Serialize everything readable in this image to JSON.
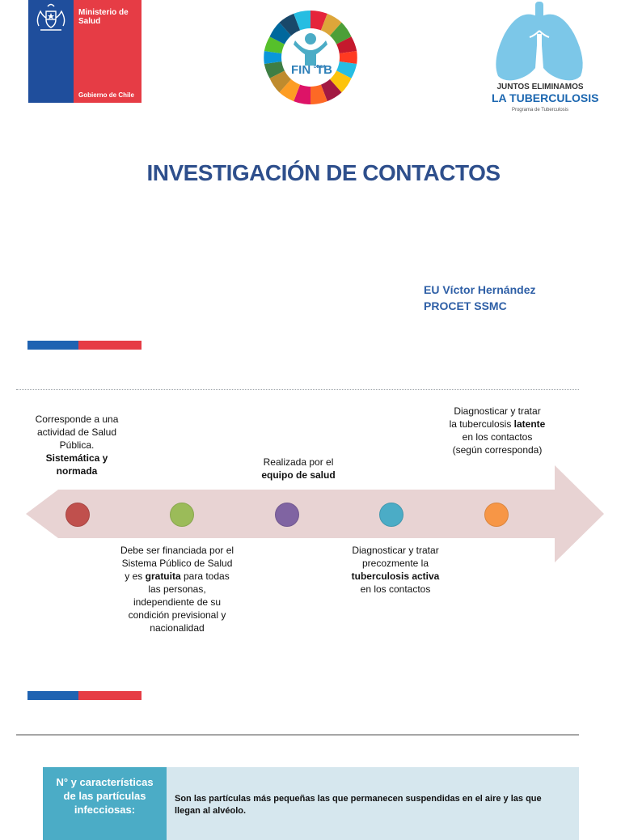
{
  "logos": {
    "ministry": {
      "name_line1": "Ministerio de",
      "name_line2": "Salud",
      "government": "Gobierno de Chile",
      "icon": "chile-coat-of-arms-icon",
      "colors": {
        "blue": "#1f4e9c",
        "red": "#e63c45"
      }
    },
    "fin_tb": {
      "text_left": "FIN",
      "text_small": "DE LA",
      "text_right": "TB",
      "icon": "sdg-wheel-icon"
    },
    "campaign": {
      "line1": "JUNTOS ELIMINAMOS",
      "line2": "LA TUBERCULOSIS",
      "line3": "Programa de Tuberculosis",
      "icon": "lungs-icon",
      "color": "#7cc7e8"
    }
  },
  "title": "INVESTIGACIÓN DE CONTACTOS",
  "author": {
    "name": "EU Víctor Hernández",
    "affiliation": "PROCET  SSMC"
  },
  "timeline": {
    "colors": [
      "#c0504d",
      "#9bbb59",
      "#8064a2",
      "#4bacc6",
      "#f79646"
    ],
    "arrow_color": "#e8d3d3",
    "items": [
      {
        "pre": "Corresponde a una actividad de Salud Pública.",
        "bold": "Sistemática y normada",
        "post": ""
      },
      {
        "pre": "Debe ser  financiada por el  Sistema Público  de Salud y es ",
        "bold": "gratuita",
        "post": " para  todas las  personas, independiente de  su condición  previsional y  nacionalidad"
      },
      {
        "pre": "Realizada por el ",
        "bold": "equipo de salud",
        "post": ""
      },
      {
        "pre": "Diagnosticar y tratar precozmente la ",
        "bold": "tuberculosis activa",
        "post": " en los contactos"
      },
      {
        "pre": "Diagnosticar y tratar la tuberculosis ",
        "bold": "latente",
        "post": " en los contactos (según corresponda)"
      }
    ]
  },
  "table": {
    "header": "N° y características  de las partículas infecciosas:",
    "description": "Son las partículas más pequeñas las que permanecen suspendidas en el aire y las que  llegan al alvéolo."
  }
}
